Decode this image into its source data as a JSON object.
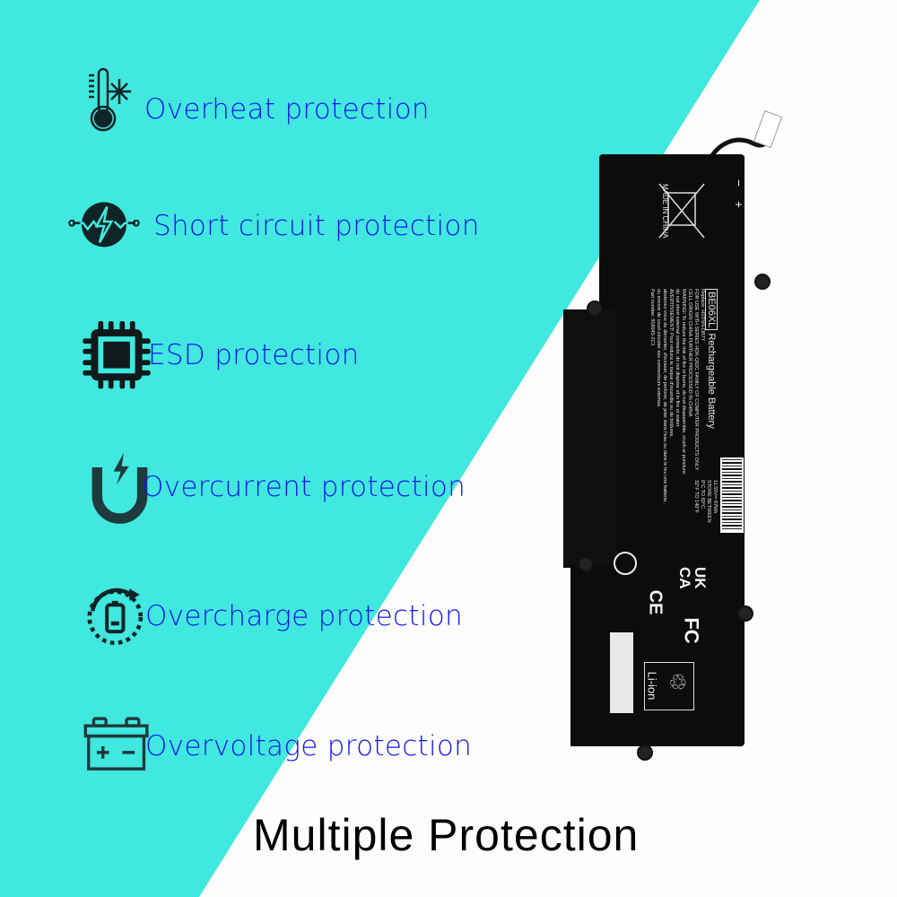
{
  "colors": {
    "panel": "#40e8df",
    "background": "#fdfdfd",
    "feature_text": "#1414ee",
    "icon": "#0f2426",
    "battery": "#0c0c0c"
  },
  "features": [
    {
      "icon": "thermometer-snowflake-icon",
      "label": "Overheat protection"
    },
    {
      "icon": "short-circuit-icon",
      "label": "Short circuit protection"
    },
    {
      "icon": "chip-icon",
      "label": "ESD protection"
    },
    {
      "icon": "magnet-bolt-icon",
      "label": "Overcurrent protection"
    },
    {
      "icon": "battery-cycle-icon",
      "label": "Overcharge protection"
    },
    {
      "icon": "car-battery-icon",
      "label": "Overvoltage protection"
    }
  ],
  "title": "Multiple Protection",
  "battery": {
    "model": "BE06XL",
    "heading": "Rechargeable Battery",
    "replace": "Replace: HSTNN-DB7Y",
    "use": "FOR USE WITH SERIES HDK-Q02C  FAMILY OF COMPUTER PRODUCTS ONLY",
    "origin": "CELL ORIGIN CHINA  FURTHER PROCESSED IN CHINA",
    "warning": "WARNING! To reduce the risk of fire or burns, do not disassemble, crush or puncture;",
    "warning2": "do not short external contacts; do not dispose of in fire or water.",
    "avert": "AVERTISSEMENT! Pour réduire le risque d'incendie ou de brûlures,",
    "avert2": "abstenez-vous de démonter, d'écraser, de perforer, de jeter dans l'eau ou dans le feu une batterie,",
    "avert3": "ou encore de court-circuiter ses connecteurs externes.",
    "part": "Part number: 918045-2C1",
    "rating": "11.55V⎓ 67Wh",
    "store": "STORE BETWEEN",
    "temp_c": "0°C  TO  60°C",
    "temp_f": "32°F  TO  140°F",
    "made_in": "MADE IN CHINA",
    "ukca": "UK CA",
    "ce": "CE",
    "fc": "FC",
    "chemistry": "Li-ion",
    "plus": "+",
    "minus": "−"
  }
}
